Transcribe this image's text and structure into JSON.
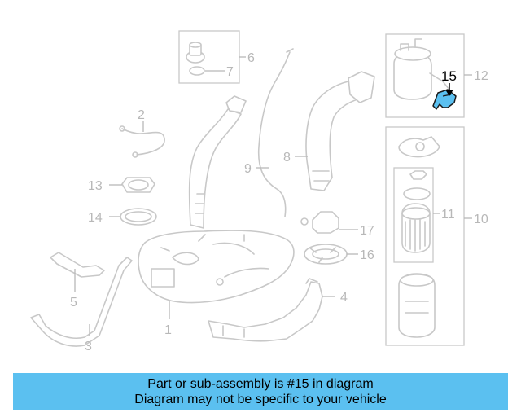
{
  "callouts": {
    "c1": "1",
    "c2": "2",
    "c3": "3",
    "c4": "4",
    "c5": "5",
    "c6": "6",
    "c7": "7",
    "c8": "8",
    "c9": "9",
    "c10": "10",
    "c11": "11",
    "c12": "12",
    "c13": "13",
    "c14": "14",
    "c15": "15",
    "c16": "16",
    "c17": "17"
  },
  "highlight": {
    "part_number": "15",
    "color": "#5bc0f0"
  },
  "banner": {
    "line1": "Part or sub-assembly is #15 in diagram",
    "line2": "Diagram may not be specific to your vehicle",
    "background": "#5bc0f0"
  }
}
